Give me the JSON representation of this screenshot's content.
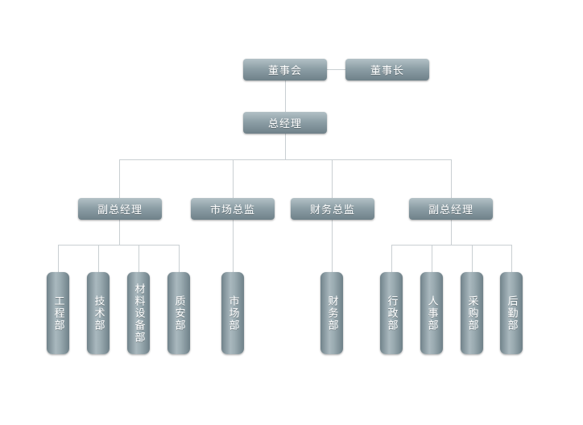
{
  "org": {
    "board": "董事会",
    "chairman": "董事长",
    "gm": "总经理",
    "deputy_gm_1": "副总经理",
    "marketing_director": "市场总监",
    "finance_director": "财务总监",
    "deputy_gm_2": "副总经理",
    "departments": {
      "engineering": "工程部",
      "technology": "技术部",
      "materials": "材料设备部",
      "quality_safety": "质安部",
      "marketing": "市场部",
      "finance": "财务部",
      "administration": "行政部",
      "hr": "人事部",
      "purchasing": "采购部",
      "logistics": "后勤部"
    }
  },
  "colors": {
    "connector": "#c9cfd2",
    "node_top": "#b3c1c6",
    "node_bottom": "#6f8189",
    "text": "#ffffff"
  }
}
